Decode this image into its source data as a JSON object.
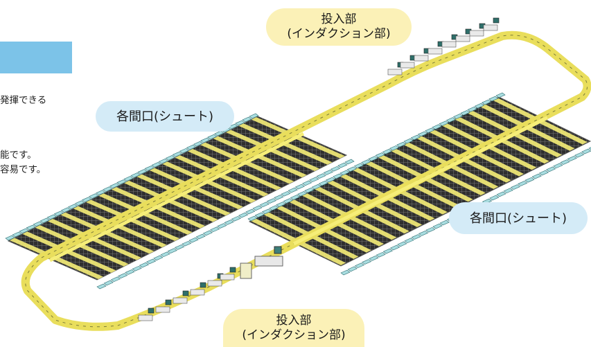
{
  "side_text": {
    "line1": "発揮できる",
    "line2": "能です。",
    "line3": "容易です。"
  },
  "labels": {
    "induction_top_line1": "投入部",
    "induction_top_line2": "(インダクション部)",
    "induction_bottom_line1": "投入部",
    "induction_bottom_line2": "(インダクション部)",
    "chute_left": "各間口(シュート)",
    "chute_right": "各間口(シュート)"
  },
  "colors": {
    "accent_blue": "#7cc3e8",
    "bubble_yellow": "#fbf1b7",
    "bubble_blue": "#d4ebf7",
    "conveyor_yellow": "#f6ee78",
    "chute_teal": "#a9dde0",
    "tray_dark": "#3a3a3a"
  }
}
